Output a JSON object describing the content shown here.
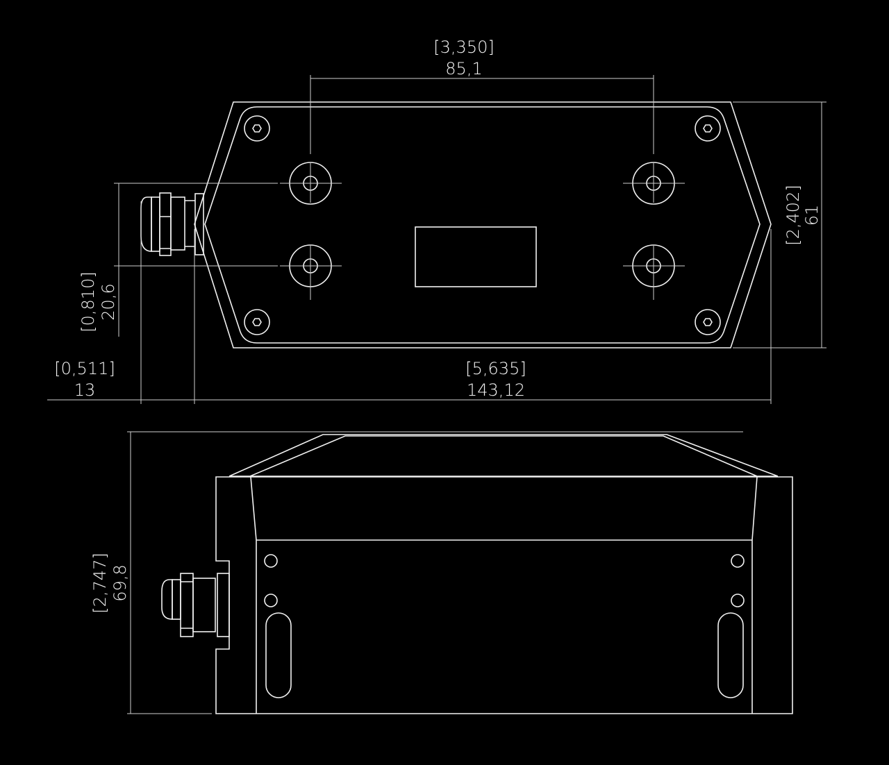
{
  "drawing": {
    "top_view": {
      "dim_hole_spacing": {
        "inch": "[3,350]",
        "mm": "85,1"
      },
      "dim_height": {
        "inch": "[2,402]",
        "mm": "61"
      },
      "dim_gland_spacing": {
        "inch": "[0,810]",
        "mm": "20,6"
      },
      "dim_gland_length": {
        "inch": "[0,511]",
        "mm": "13"
      },
      "dim_total_length": {
        "inch": "[5,635]",
        "mm": "143,12"
      }
    },
    "side_view": {
      "dim_total_height": {
        "inch": "[2,747]",
        "mm": "69,8"
      }
    },
    "colors": {
      "background": "#000000",
      "line": "#f2f2f2"
    }
  }
}
